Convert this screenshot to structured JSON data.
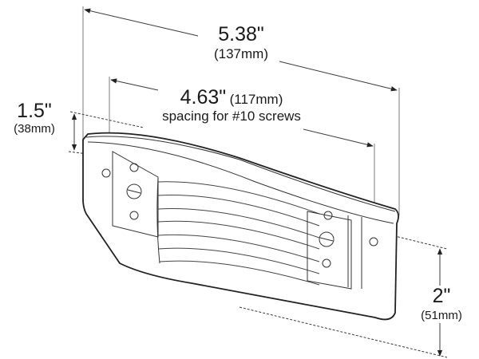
{
  "diagram": {
    "subject": "Surface-mount marker light with ribbed lens, two mounting ears",
    "dimensions": {
      "overall_length": {
        "imperial": "5.38\"",
        "metric": "(137mm)"
      },
      "screw_spacing": {
        "imperial": "4.63\"",
        "metric": "(117mm)",
        "note": "spacing for #10 screws"
      },
      "depth": {
        "imperial": "1.5\"",
        "metric": "(38mm)"
      },
      "height": {
        "imperial": "2\"",
        "metric": "(51mm)"
      }
    }
  }
}
